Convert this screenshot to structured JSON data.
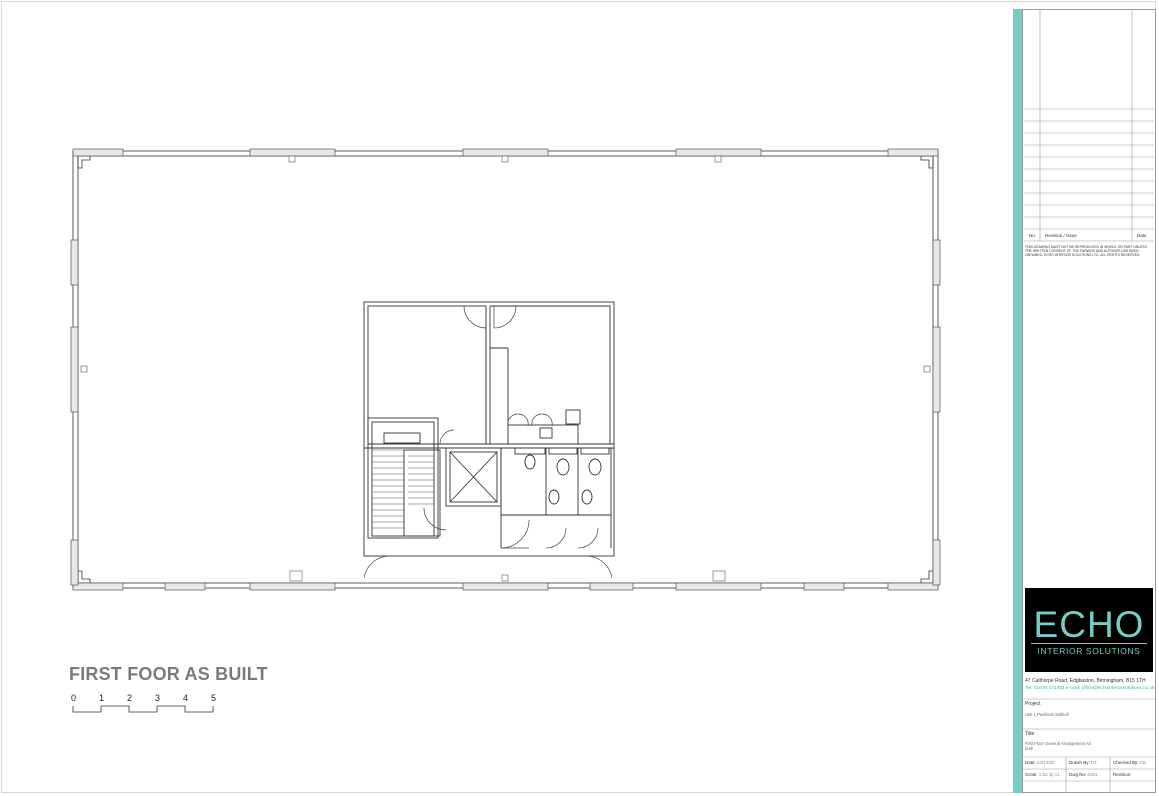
{
  "drawing": {
    "title": "FIRST FOOR AS BUILT",
    "scale_bar": {
      "labels": [
        "0",
        "1",
        "2",
        "3",
        "4",
        "5"
      ]
    }
  },
  "title_block": {
    "revision_header": {
      "no": "No.",
      "description": "Revision / Issue",
      "date": "Date"
    },
    "notes": "THIS DRAWING MUST NOT BE REPRODUCED IN WHOLE OR PART UNLESS THE WRITTEN CONSENT OF THE OWNERS AND AUTHORS HAS BEEN OBTAINED. ECHO INTERIOR SOLUTIONS LTD. ALL RIGHTS RESERVED.",
    "logo": {
      "name": "ECHO",
      "tagline": "INTERIOR SOLUTIONS"
    },
    "address": "47 Calthorpe Road, Edgbaston, Birmingham, B15 1TH",
    "contact": "Tel: 01676 471463 e-mail: office@echointeriorsolutions.co.uk",
    "project_label": "Project",
    "project_value": "Unit 1 Pavilions Solihull",
    "title_label": "Title",
    "title_value": "First Floor General Arrangement As built",
    "date_label": "Date:",
    "date_value": "24/10/20",
    "drawn_by_label": "Drawn By:",
    "drawn_by_value": "DT",
    "checked_by_label": "Checked By:",
    "checked_by_value": "CB",
    "scale_label": "Scale:",
    "scale_value": "1:50 @ A1",
    "dwg_no_label": "Dwg No:",
    "dwg_no_value": "0101",
    "revision_label": "Revision:"
  },
  "colors": {
    "accent": "#76cdc5",
    "wall": "#444444",
    "title": "#7a7a7a"
  }
}
